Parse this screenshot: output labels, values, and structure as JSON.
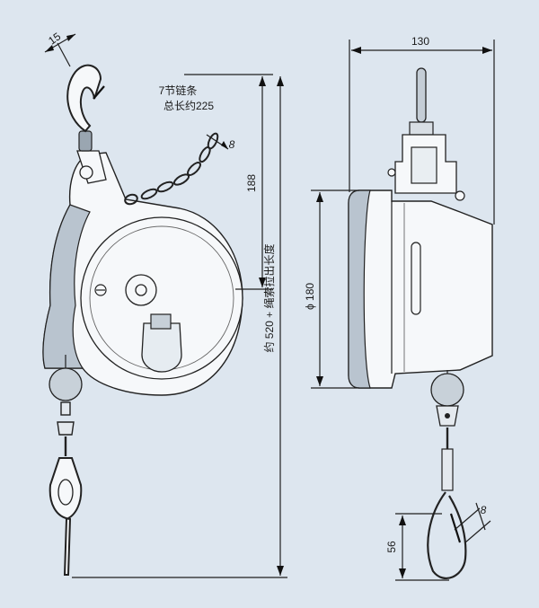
{
  "colors": {
    "background": "#dde6ef",
    "body_fill": "#f6f8fa",
    "shade_fill": "#b9c4cf",
    "line": "#1f1f1f"
  },
  "labels": {
    "chain_title": "7节链条",
    "chain_length": "总长约225",
    "chain_link_dim": "8",
    "hook_dim": "15",
    "height_188": "188",
    "total_length": "约 520 + 绳索拉出长度",
    "width_130": "130",
    "diameter_180": "ϕ 180",
    "hook_height_56": "56",
    "hook_width_8": "8"
  }
}
